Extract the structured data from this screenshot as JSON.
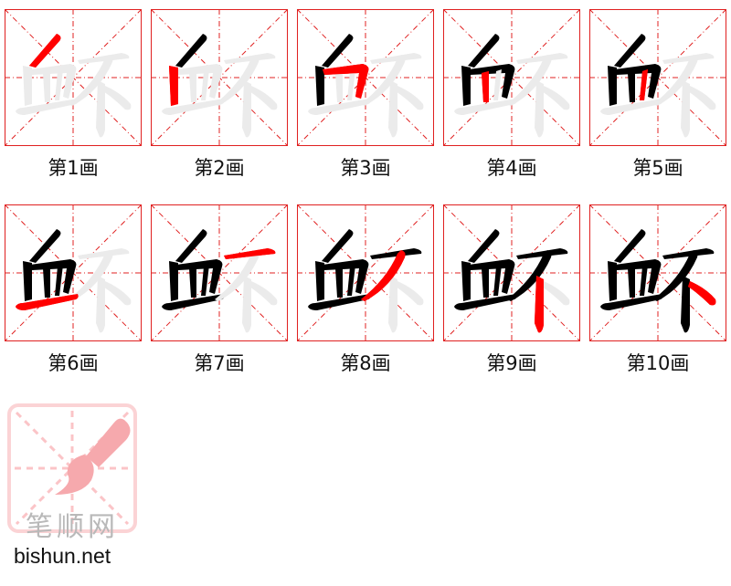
{
  "character": "衃",
  "total_strokes": 10,
  "colors": {
    "grid_border": "#e02020",
    "grid_guides": "#e02020",
    "current_stroke": "#ff0000",
    "done_stroke": "#000000",
    "pending_stroke": "#ebebeb",
    "logo_pink": "#f6a9ad"
  },
  "cells": [
    {
      "caption": "第1画",
      "step": 1
    },
    {
      "caption": "第2画",
      "step": 2
    },
    {
      "caption": "第3画",
      "step": 3
    },
    {
      "caption": "第4画",
      "step": 4
    },
    {
      "caption": "第5画",
      "step": 5
    },
    {
      "caption": "第6画",
      "step": 6
    },
    {
      "caption": "第7画",
      "step": 7
    },
    {
      "caption": "第8画",
      "step": 8
    },
    {
      "caption": "第9画",
      "step": 9
    },
    {
      "caption": "第10画",
      "step": 10
    }
  ],
  "logo": {
    "icon": "brush-icon",
    "text": "笔顺网"
  },
  "site": "bishun.net"
}
